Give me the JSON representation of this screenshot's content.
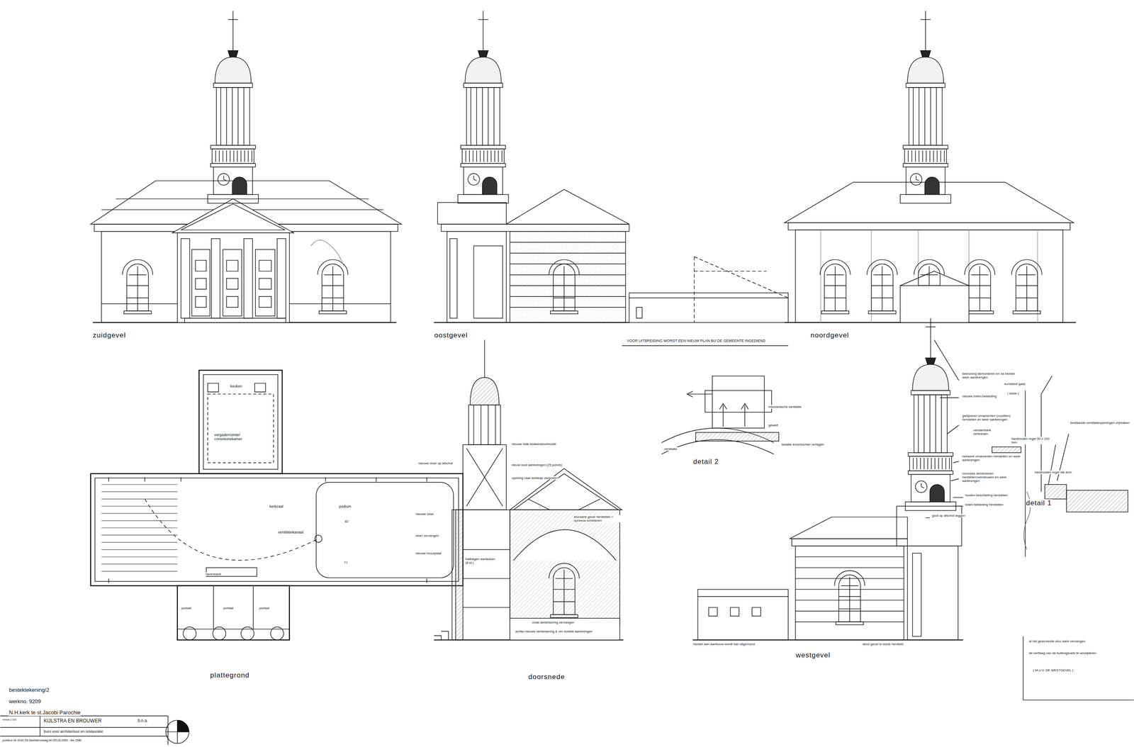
{
  "diagram": {
    "labels": [
      "zuidgevel",
      "oostgevel",
      "noordgevel",
      "VOOR UITBREIDING WORDT EEN NIEUW PLAN BIJ DE GEMEENTE INGEDIEND",
      "plattegrond",
      "doorsnede",
      "westgevel",
      "detail 2",
      "detail 1",
      "keuken",
      "vergaderruimte/ consistoriekamer",
      "kerkzaal",
      "ventilatiekanaal",
      "podium",
      "herenbank",
      "portaal",
      "portaal",
      "portaal",
      "nieuwe balk klokkenstoelhoofd",
      "nieuw lood aanbrengen (25 ponds)",
      "nieuwe vloer op afschot",
      "opening naar kerkkap vergroten",
      "stucwerk gevel herstellen + opnieuw schilderen",
      "nieuwe vloer",
      "vloer vervangen",
      "nieuwe muurplaat",
      "balklagen aanlassen (8 st.)",
      "oude lambrisering vervangen",
      "achter nieuwe lambrisering & om isolatie aanbrengen",
      "mechanische ventilatie",
      "gewelf",
      "ventilatie",
      "isolatie kroonluchter verlagen",
      "bekroning demonteren en na herstel weer aanbrengen",
      "nieuwe loden bekleding",
      "gietijzeren ornamenten (rozetten) herstellen en weer aanbrengen",
      "hekwerk ornamenten herstellen en weer aanbrengen",
      "consoles demonteren herstellen/vernieuwen en weer aanbrengen",
      "houten beschieting herstellen",
      "loden bekleding herstellen",
      "goot op afschot leggen",
      "herstel aan aanbouw wordt niet uitgevoerd",
      "deze gevel is reeds hersteld",
      "kunststof gaas",
      "( losse )",
      "hardhouten regel 50 x 100 mm",
      "bestaande ventilatieopeningen vrijmaken",
      "vensterbank verbreden",
      "hardhouten regel dik 4cm.",
      "al het gearceerde stuc.werk vervangen",
      "de verflaag van de buitengevels te verwijderen",
      "( M.U.V. DE WESTGEVEL )",
      "bestektekening/2",
      "werkno. 9209",
      "N.H.kerk te st.Jacobi Parochie",
      "KIJLSTRA EN BROUWER",
      "b.n.a.",
      "buro voor architectuur en restauratie",
      "schaal 1:100",
      "postbus 44 9244 ZN Beetsterzwaag tel 05126-2660 - fax 1586",
      "82",
      "77"
    ]
  }
}
